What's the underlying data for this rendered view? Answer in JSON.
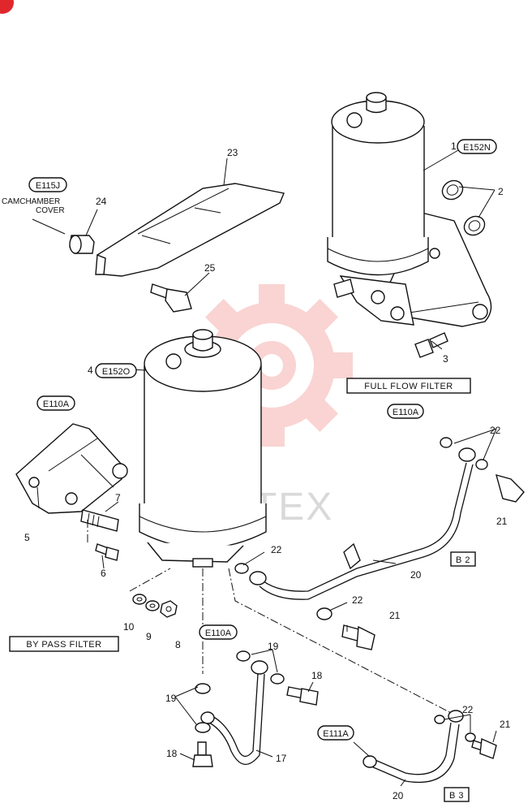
{
  "callouts": {
    "p1": "1",
    "p2": "2",
    "p3": "3",
    "p4": "4",
    "p5": "5",
    "p6": "6",
    "p7": "7",
    "p8": "8",
    "p9": "9",
    "p10": "10",
    "p17": "17",
    "p18a": "18",
    "p18b": "18",
    "p19a": "19",
    "p19b": "19",
    "p20a": "20",
    "p20b": "20",
    "p21a": "21",
    "p21b": "21",
    "p21c": "21",
    "p22a": "22",
    "p22b": "22",
    "p22c": "22",
    "p22d": "22",
    "p23": "23",
    "p24": "24",
    "p25": "25"
  },
  "refs": {
    "e152n": "E152N",
    "e152o": "E152O",
    "e115j": "E115J",
    "e110a_left": "E110A",
    "e110a_right": "E110A",
    "e110a_bottom": "E110A",
    "e111a": "E111A"
  },
  "notes": {
    "camchamber_line1": "CAMCHAMBER",
    "camchamber_line2": "COVER"
  },
  "boxes": {
    "full_flow": "FULL FLOW FILTER",
    "by_pass": "BY PASS FILTER",
    "b2": "B 2",
    "b3": "B 3"
  },
  "watermark": {
    "text": "ИНТЕХ",
    "color": "#e8584f"
  },
  "colors": {
    "badge": "#e0282c",
    "ink": "#111111"
  }
}
